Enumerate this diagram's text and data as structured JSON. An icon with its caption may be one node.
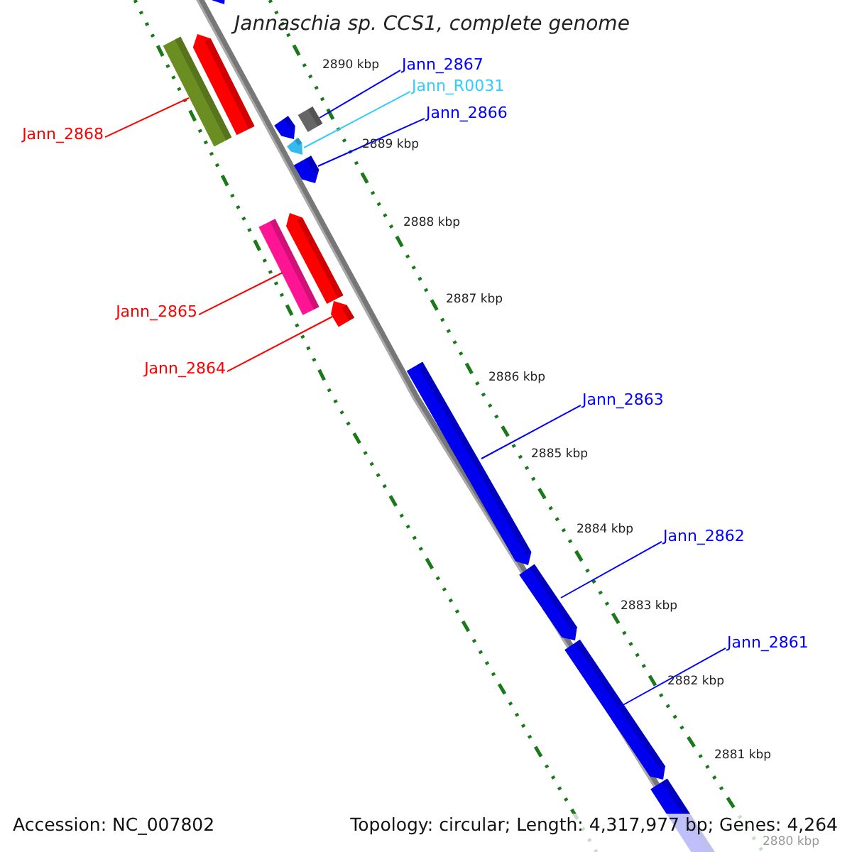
{
  "diagram": {
    "title": "Jannaschia sp. CCS1, complete genome",
    "nodes": [
      {
        "text": [
          "Jann_2868"
        ]
      },
      {
        "text": [
          "Jann_2867"
        ]
      },
      {
        "text": [
          "Jann_R0031"
        ]
      },
      {
        "text": [
          "Jann_2866"
        ]
      },
      {
        "text": [
          "Jann_2865"
        ]
      },
      {
        "text": [
          "Jann_2864"
        ]
      },
      {
        "text": [
          "Jann_2863"
        ]
      },
      {
        "text": [
          "Jann_2862"
        ]
      },
      {
        "text": [
          "Jann_2861"
        ]
      },
      {
        "text": [],
        "shape": "bar"
      },
      {
        "text": [],
        "shape": "bar"
      },
      {
        "text": [],
        "shape": "bar"
      },
      {
        "text": [],
        "shape": "bar"
      },
      {
        "text": [],
        "shape": "bar"
      },
      {
        "text": [],
        "shape": "bar"
      },
      {
        "text": [],
        "shape": "bar"
      },
      {
        "text": [],
        "shape": "bar"
      },
      {
        "text": [],
        "shape": "bar"
      }
    ],
    "edges": [
      {
        "from": 0,
        "to": 9,
        "arrow": "none",
        "color": "#ff0000"
      },
      {
        "from": 1,
        "to": 10,
        "arrow": "none"
      },
      {
        "from": 2,
        "to": 11,
        "arrow": "none",
        "color": "#33ccff"
      },
      {
        "from": 3,
        "to": 12,
        "arrow": "none"
      },
      {
        "from": 4,
        "to": 13,
        "arrow": "none",
        "color": "#ff0000"
      },
      {
        "from": 5,
        "to": 14,
        "arrow": "none",
        "color": "#ff0000"
      },
      {
        "from": 6,
        "to": 15,
        "arrow": "none"
      },
      {
        "from": 7,
        "to": 16,
        "arrow": "none"
      },
      {
        "from": 8,
        "to": 17,
        "arrow": "none"
      }
    ],
    "labels": [
      "2890 kbp",
      "2889 kbp",
      "2888 kbp",
      "2887 kbp",
      "2886 kbp",
      "2885 kbp",
      "2884 kbp",
      "2883 kbp",
      "2882 kbp",
      "2881 kbp",
      "2880 kbp",
      "Accession: NC_007802",
      "Topology: circular; Length: 4,317,977 bp; Genes: 4,264"
    ]
  }
}
